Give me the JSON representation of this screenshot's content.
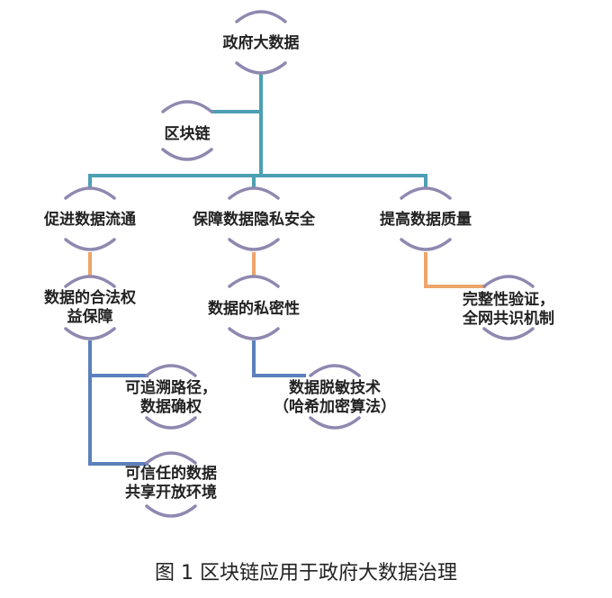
{
  "colors": {
    "trunk": "#4d9fb3",
    "orange": "#eda56a",
    "blue": "#5b80bb",
    "arc": "#8f88b0"
  },
  "nodes": {
    "root": [
      "政府大数据"
    ],
    "blockchain": [
      "区块链"
    ],
    "promote": [
      "促进数据流通"
    ],
    "protect": [
      "保障数据隐私安全"
    ],
    "quality": [
      "提高数据质量"
    ],
    "rights": [
      "数据的合法权",
      "益保障"
    ],
    "privacy": [
      "数据的私密性"
    ],
    "integrity": [
      "完整性验证，",
      "全网共识机制"
    ],
    "trace": [
      "可追溯路径，",
      "数据确权"
    ],
    "masking": [
      "数据脱敏技术",
      "（哈希加密算法）"
    ],
    "trusted": [
      "可信任的数据",
      "共享开放环境"
    ]
  },
  "caption": "图 1 区块链应用于政府大数据治理"
}
